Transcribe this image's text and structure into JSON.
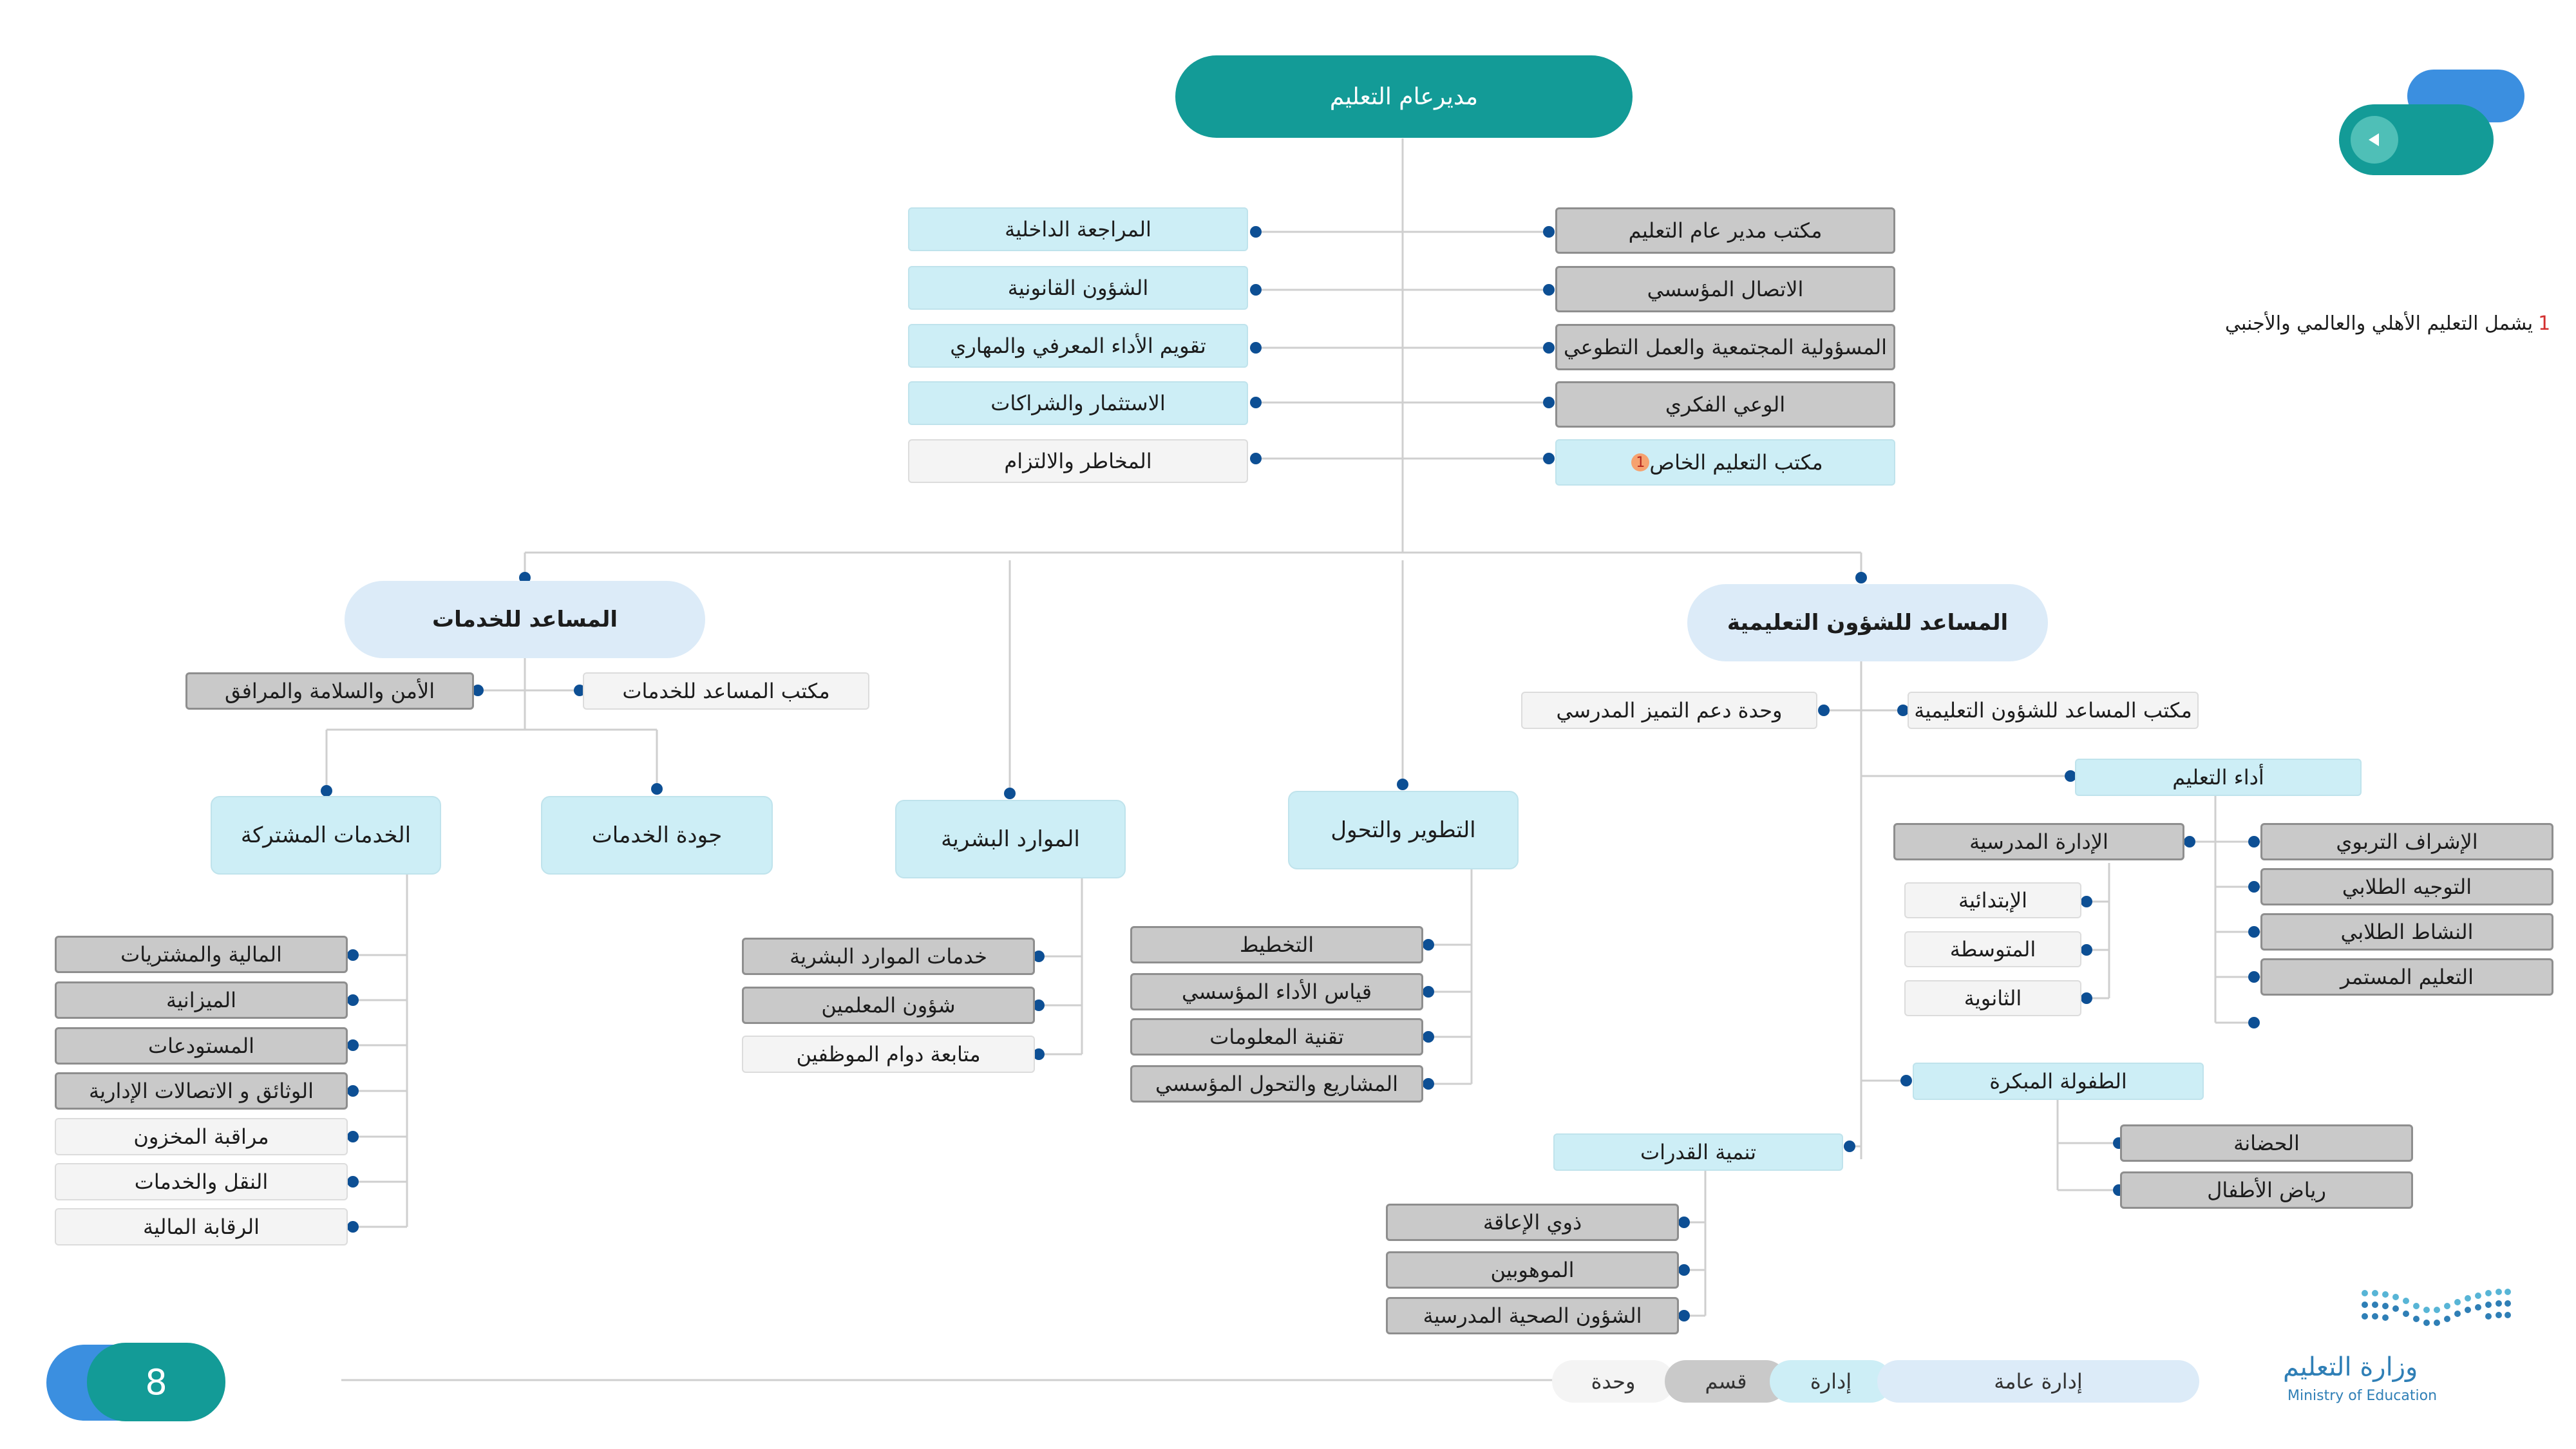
{
  "top": {
    "label": "مديرعام التعليم"
  },
  "left_col": {
    "items": [
      "المراجعة الداخلية",
      "الشؤون القانونية",
      "تقويم الأداء المعرفي والمهاري",
      "الاستثمار والشراكات",
      "المخاطر والالتزام"
    ]
  },
  "right_col": {
    "items": [
      "مكتب مدير عام التعليم",
      "الاتصال المؤسسي",
      "المسؤولية المجتمعية والعمل التطوعي",
      "الوعي الفكري",
      "مكتب التعليم الخاص"
    ],
    "badge": "1"
  },
  "footnote": {
    "number": "1",
    "text": "يشمل التعليم الأهلي والعالمي والأجنبي"
  },
  "services_branch": {
    "title": "المساعد للخدمات",
    "office": "مكتب المساعد للخدمات",
    "security": "الأمن والسلامة والمرافق",
    "shared": {
      "title": "الخدمات المشتركة",
      "items": [
        "المالية والمشتريات",
        "الميزانية",
        "المستودعات",
        "الوثائق و الاتصالات الإدارية",
        "مراقبة المخزون",
        "النقل والخدمات",
        "الرقابة المالية"
      ]
    },
    "quality": {
      "title": "جودة الخدمات"
    }
  },
  "hr": {
    "title": "الموارد البشرية",
    "items": [
      "خدمات الموارد البشرية",
      "شؤون المعلمين",
      "متابعة دوام الموظفين"
    ]
  },
  "development": {
    "title": "التطوير والتحول",
    "items": [
      "التخطيط",
      "قياس الأداء المؤسسي",
      "تقنية المعلومات",
      "المشاريع والتحول المؤسسي"
    ]
  },
  "education_branch": {
    "title": "المساعد للشؤون التعليمية",
    "office": "مكتب المساعد للشؤون التعليمية",
    "excellence": "وحدة دعم التميز المدرسي",
    "performance": {
      "title": "أداء التعليم",
      "right_items": [
        "الإشراف التربوي",
        "التوجيه الطلابي",
        "النشاط الطلابي",
        "التعليم المستمر"
      ],
      "school_admin": {
        "title": "الإدارة المدرسية",
        "items": [
          "الإبتدائية",
          "المتوسطة",
          "الثانوية"
        ]
      }
    },
    "early": {
      "title": "الطفولة المبكرة",
      "items": [
        "الحضانة",
        "رياض الأطفال"
      ]
    },
    "capacity": {
      "title": "تنمية القدرات",
      "items": [
        "ذوي الإعاقة",
        "الموهوبين",
        "الشؤون الصحية المدرسية"
      ]
    }
  },
  "legend": {
    "items": [
      "إدارة عامة",
      "إدارة",
      "قسم",
      "وحدة"
    ]
  },
  "page": {
    "number": "8"
  },
  "logo": {
    "arabic": "وزارة التعليم",
    "english": "Ministry of Education"
  },
  "colors": {
    "teal": "#139b97",
    "blue": "#3b8fe0",
    "node_dot": "#0d4f94",
    "cyan_box": "#cdeef6",
    "grey_box": "#c9c9c9",
    "light_box": "#dcebf8",
    "line": "#cfcfcf"
  },
  "icons": {
    "back_button": "play-left-icon"
  }
}
